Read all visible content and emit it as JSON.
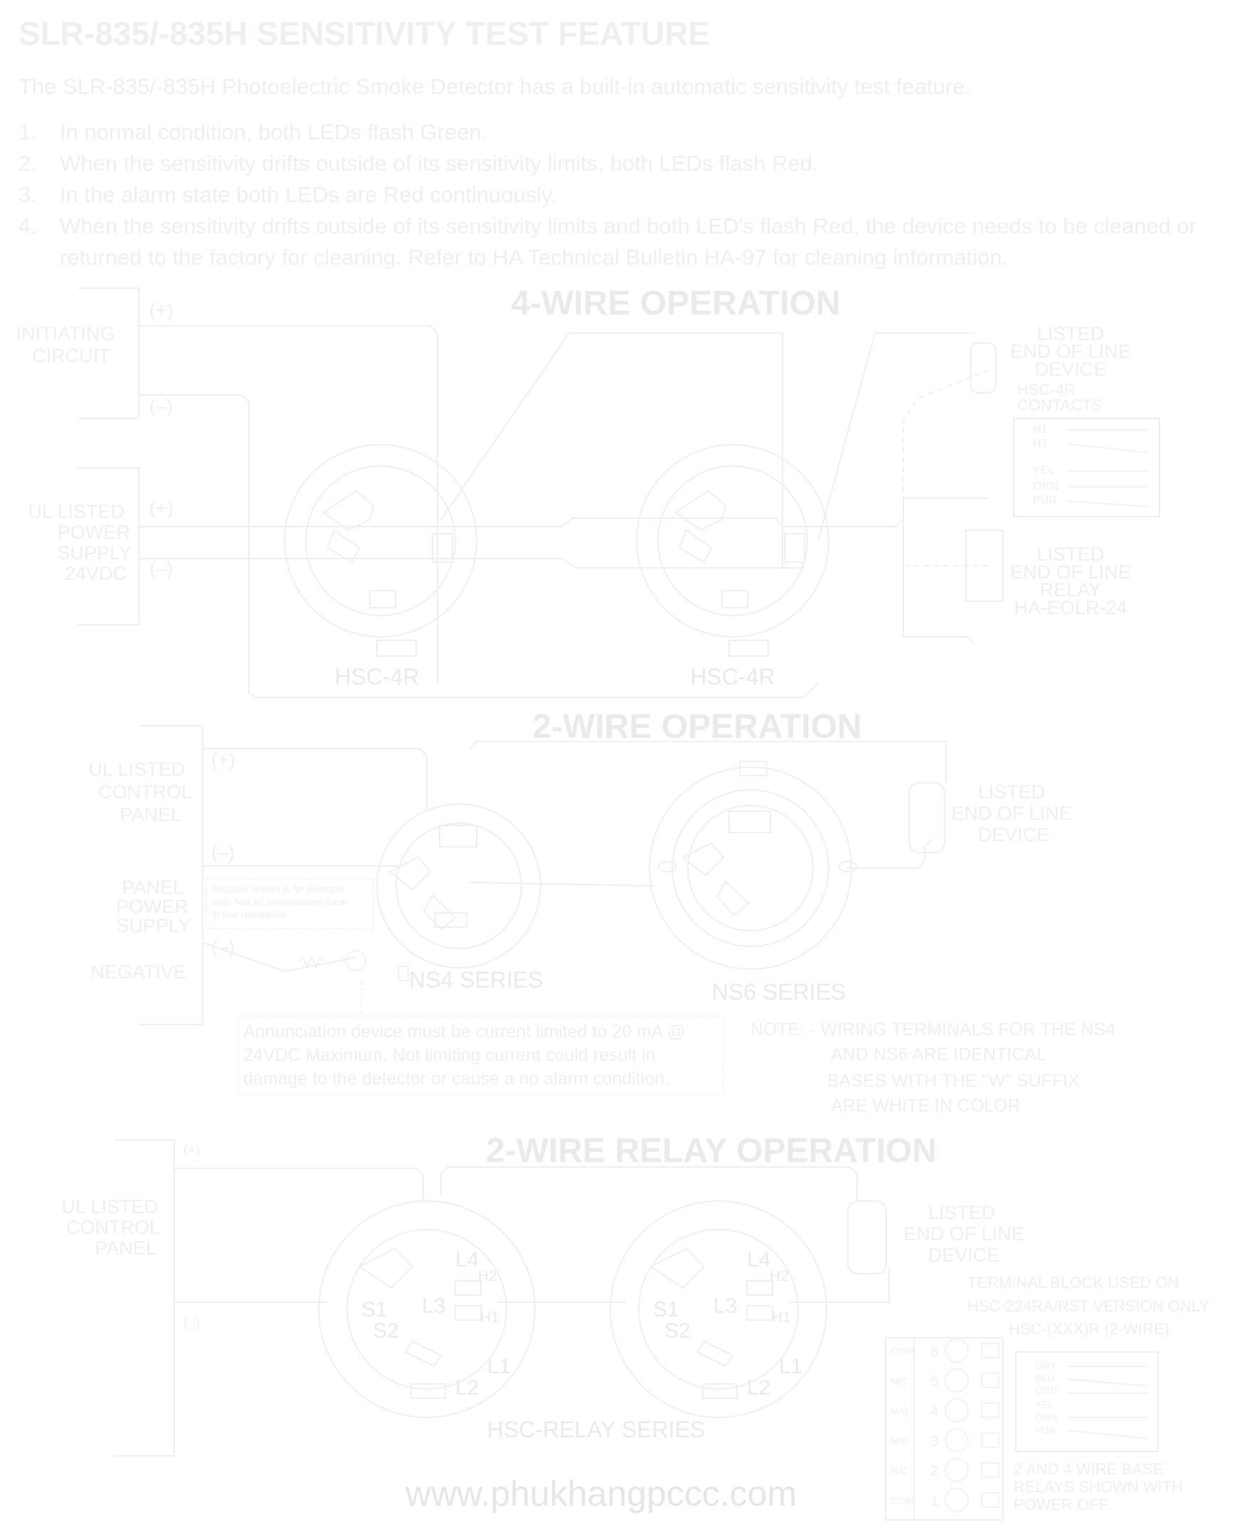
{
  "document": {
    "title": "SLR-835/-835H SENSITIVITY TEST FEATURE",
    "intro": "The SLR-835/-835H Photoelectric Smoke Detector has a built-in automatic sensitivity test feature.",
    "steps": [
      {
        "num": "1.",
        "text": "In normal condition, both LEDs flash Green."
      },
      {
        "num": "2.",
        "text": "When the sensitivity drifts outside of its sensitivity limits, both LEDs flash Red."
      },
      {
        "num": "3.",
        "text": "In the alarm state both LEDs are Red continuously."
      },
      {
        "num": "4.",
        "text": "When the sensitivity drifts outside of its sensitivity limits and both LED's flash Red, the device needs to be cleaned or returned to the factory for cleaning.  Refer to HA Technical Bulletin HA-97 for cleaning information."
      }
    ]
  },
  "four_wire": {
    "title": "4-WIRE OPERATION",
    "initiating_circuit": [
      "INITIATING",
      "CIRCUIT"
    ],
    "power_supply": [
      "UL LISTED",
      "POWER",
      "SUPPLY",
      "24VDC"
    ],
    "plus": "(+)",
    "minus": "(–)",
    "eol_device": [
      "LISTED",
      "END OF LINE",
      "DEVICE"
    ],
    "contacts_title": [
      "HSC-4R",
      "CONTACTS"
    ],
    "contacts": [
      "H1",
      "H2",
      "YEL",
      "ORN",
      "PUR"
    ],
    "eol_relay": [
      "LISTED",
      "END OF LINE",
      "RELAY",
      "HA-EOLR-24"
    ],
    "base_label_1": "HSC-4R",
    "base_label_2": "HSC-4R"
  },
  "two_wire": {
    "title": "2-WIRE OPERATION",
    "control_panel": [
      "UL LISTED",
      "CONTROL",
      "PANEL"
    ],
    "panel_power": [
      "PANEL",
      "POWER",
      "SUPPLY"
    ],
    "negative": "NEGATIVE",
    "plus": "(+)",
    "minus": "(–)",
    "resistor_note": [
      "Resistor shown is for example",
      "only.  Not all annunciators have",
      "in line resistance."
    ],
    "eol_device": [
      "LISTED",
      "END OF LINE",
      "DEVICE"
    ],
    "ns4_label": "NS4 SERIES",
    "ns6_label": "NS6 SERIES",
    "annunciation_note": [
      "Annunciation device must be current limited to 20 mA @",
      "24VDC Maximum. Not limiting current could result in",
      "damage to the detector or cause a no alarm condition."
    ],
    "note": [
      "NOTE: - WIRING TERMINALS FOR THE NS4",
      "AND NS6 ARE IDENTICAL",
      "BASES WITH THE \"W\" SUFFIX",
      "ARE WHITE IN COLOR"
    ]
  },
  "relay": {
    "title": "2-WIRE RELAY OPERATION",
    "control_panel": [
      "UL LISTED",
      "CONTROL",
      "PANEL"
    ],
    "plus": "(+)",
    "minus": "(–)",
    "eol_device": [
      "LISTED",
      "END OF LINE",
      "DEVICE"
    ],
    "terminal_note": [
      "TERMINAL BLOCK USED ON",
      "HSC-224RA/RST VERSION ONLY",
      "HSC-(XXX)R (2-WIRE)"
    ],
    "terminal_rows": [
      {
        "name": "COM",
        "num": "6"
      },
      {
        "name": "N/C",
        "num": "5"
      },
      {
        "name": "N/O",
        "num": "4"
      },
      {
        "name": "N/O",
        "num": "3"
      },
      {
        "name": "N/C",
        "num": "2"
      },
      {
        "name": "COM",
        "num": "1"
      }
    ],
    "wire_colors": [
      "GRY",
      "BLU",
      "ORN",
      "YEL",
      "ORN",
      "PUR"
    ],
    "base_terminals": {
      "l4": "L4",
      "h2": "H2",
      "l3": "L3",
      "h1": "H1",
      "s1": "S1",
      "s2": "S2",
      "l1": "L1",
      "l2": "L2"
    },
    "series_label": "HSC-RELAY SERIES",
    "relays_note": [
      "2 AND 4 WIRE BASE",
      "RELAYS SHOWN WITH",
      "POWER OFF."
    ]
  },
  "watermark": "www.phukhangpccc.com"
}
